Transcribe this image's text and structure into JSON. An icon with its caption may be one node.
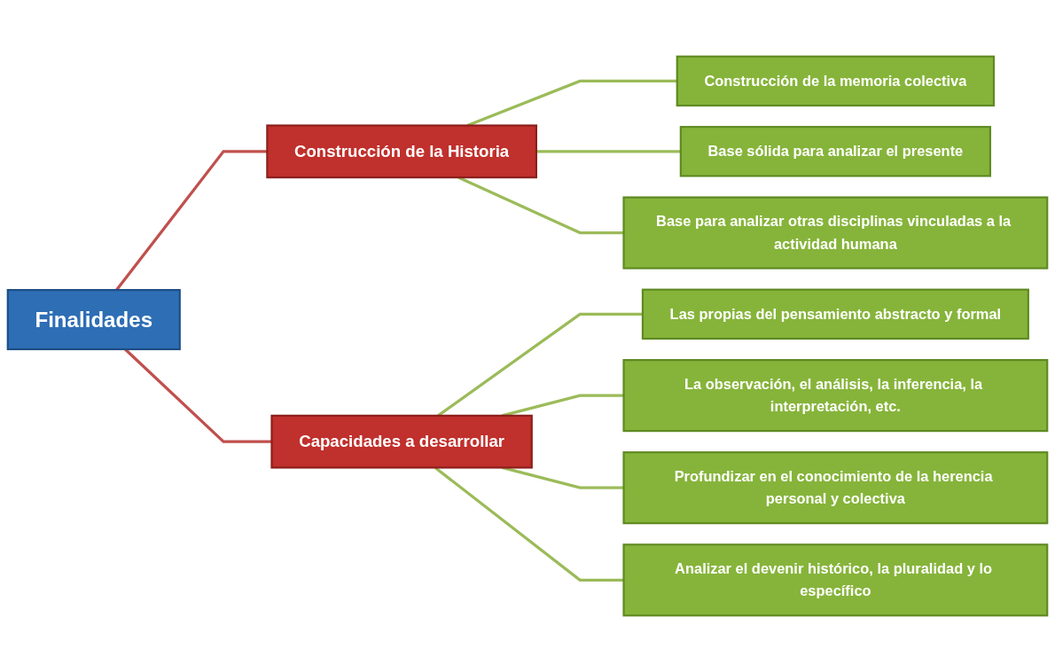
{
  "diagram": {
    "nodes": [
      {
        "text": [
          "Finalidades"
        ]
      },
      {
        "text": [
          "Construcción de la Historia"
        ]
      },
      {
        "text": [
          "Capacidades a desarrollar"
        ]
      },
      {
        "text": [
          "Construcción de la memoria colectiva"
        ]
      },
      {
        "text": [
          "Base sólida para analizar el presente"
        ]
      },
      {
        "text": [
          "Base para analizar otras disciplinas vinculadas a la actividad humana"
        ]
      },
      {
        "text": [
          "Las propias del pensamiento abstracto y formal"
        ]
      },
      {
        "text": [
          "La observación, el análisis, la inferencia, la interpretación, etc."
        ]
      },
      {
        "text": [
          "Profundizar en el conocimiento de la herencia personal y colectiva"
        ]
      },
      {
        "text": [
          "Analizar el devenir histórico, la pluralidad y lo específico"
        ]
      }
    ],
    "edges": [
      {
        "from": 0,
        "to": 1,
        "arrow": "none",
        "color": "#c0504d"
      },
      {
        "from": 0,
        "to": 2,
        "arrow": "none",
        "color": "#c0504d"
      },
      {
        "from": 1,
        "to": 3,
        "arrow": "none"
      },
      {
        "from": 1,
        "to": 4,
        "arrow": "none"
      },
      {
        "from": 1,
        "to": 5,
        "arrow": "none"
      },
      {
        "from": 2,
        "to": 6,
        "arrow": "none"
      },
      {
        "from": 2,
        "to": 7,
        "arrow": "none"
      },
      {
        "from": 2,
        "to": 8,
        "arrow": "none"
      },
      {
        "from": 2,
        "to": 9,
        "arrow": "none"
      }
    ]
  }
}
